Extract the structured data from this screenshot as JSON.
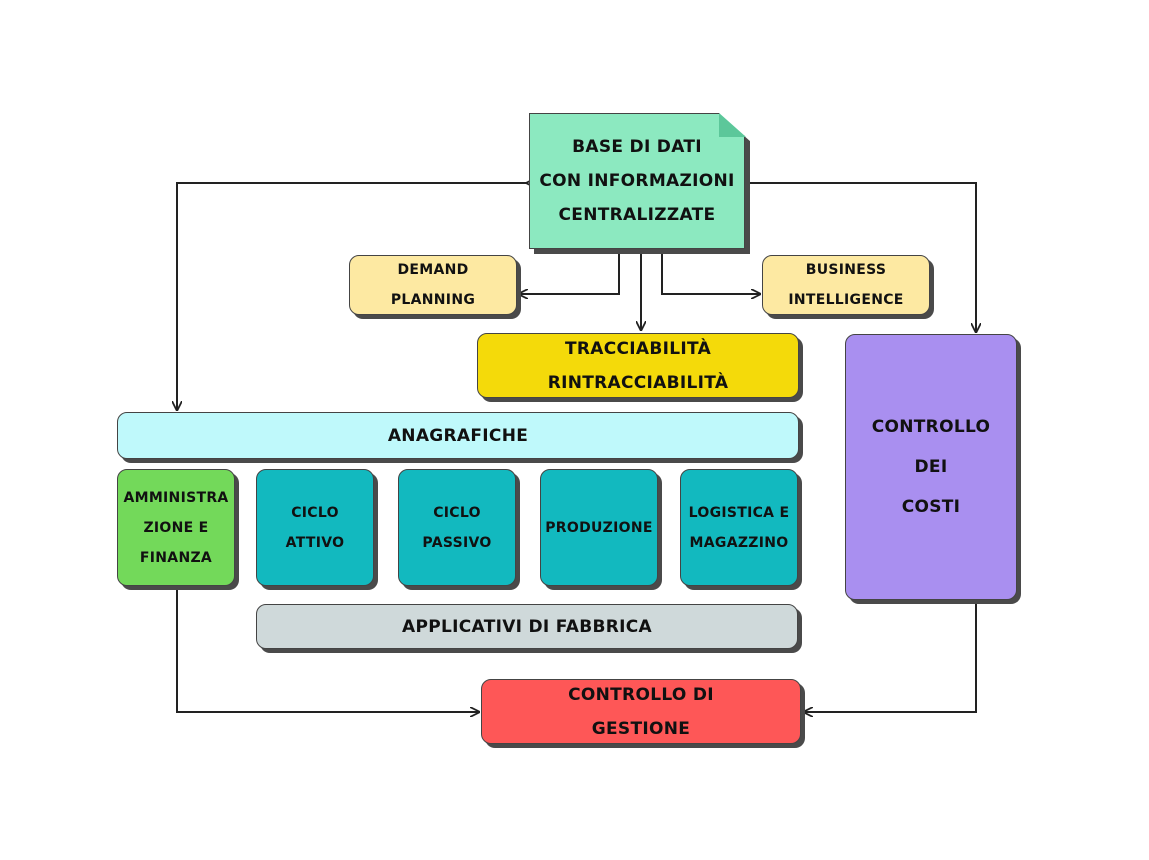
{
  "nodes": {
    "database": "BASE DI DATI\nCON INFORMAZIONI\nCENTRALIZZATE",
    "demand_planning": "DEMAND\nPLANNING",
    "business_intelligence": "BUSINESS\nINTELLIGENCE",
    "tracciabilita": "TRACCIABILITÀ\nRINTRACCIABILITÀ",
    "anagrafiche": "ANAGRAFICHE",
    "amministrazione": "AMMINISTRA\nZIONE E\nFINANZA",
    "ciclo_attivo": "CICLO\nATTIVO",
    "ciclo_passivo": "CICLO\nPASSIVO",
    "produzione": "PRODUZIONE",
    "logistica": "LOGISTICA E\nMAGAZZINO",
    "applicativi": "APPLICATIVI DI FABBRICA",
    "controllo_costi": "CONTROLLO\nDEI\nCOSTI",
    "controllo_gestione": "CONTROLLO DI\nGESTIONE"
  },
  "colors": {
    "database": "#8ce9c0",
    "planning": "#fde9a2",
    "tracciabilita": "#f4da0a",
    "anagrafiche": "#bff9fb",
    "amministrazione": "#73d95a",
    "modules": "#12b9bf",
    "applicativi": "#cfd9da",
    "controllo_costi": "#a98ff0",
    "controllo_gestione": "#fe5757"
  }
}
